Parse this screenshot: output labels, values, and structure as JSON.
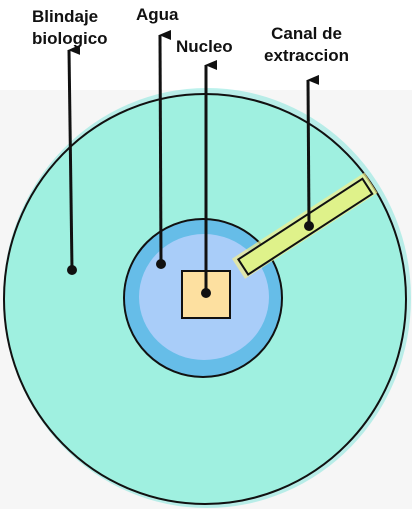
{
  "labels": {
    "shield": [
      "Blindaje",
      "biologico"
    ],
    "water": "Agua",
    "core": "Nucleo",
    "channel": [
      "Canal de",
      "extraccion"
    ]
  },
  "colors": {
    "shield_fill": "#9ff0e0",
    "shield_halo": "#8fe8df",
    "water_ring": "#66bde8",
    "water_fill": "#a9cdf9",
    "core_fill": "#fde0a0",
    "channel_fill": "#dff28a",
    "channel_glow": "#f6f08a",
    "outline": "#111111",
    "background_band": "#f6f6f6"
  }
}
